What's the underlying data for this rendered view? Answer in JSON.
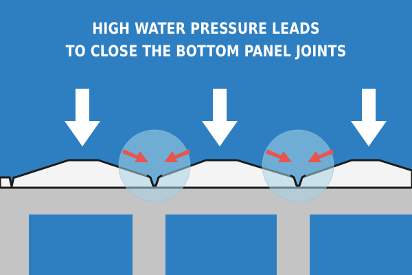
{
  "diagram": {
    "title_lines": [
      "HIGH WATER PRESSURE LEADS",
      "TO CLOSE THE BOTTOM PANEL JOINTS"
    ],
    "colors": {
      "background": "#2e7fc1",
      "panel_fill": "#f4f4f4",
      "panel_outline": "#1b1b1b",
      "slab": "#c4c4c4",
      "pressure_arrow": "#ffffff",
      "compression_arrow": "#e8554e",
      "highlight_circle": "#a8d4e6"
    },
    "icons": {
      "pressure_arrow": "down-arrow-icon",
      "compression_arrow": "inward-arrow-icon",
      "joint_highlight": "magnifier-circle"
    },
    "pressure_arrows_count": 3,
    "closed_joints_count": 2,
    "support_pillars_count": 3
  }
}
